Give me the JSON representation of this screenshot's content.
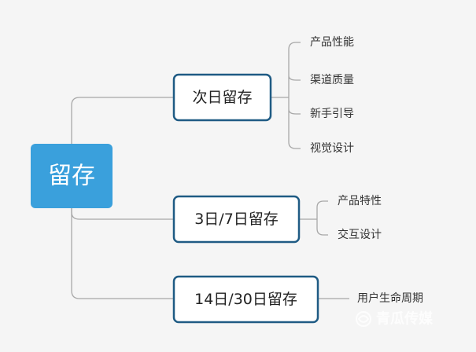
{
  "root": {
    "label": "留存"
  },
  "branches": [
    {
      "label": "次日留存",
      "children": [
        "产品性能",
        "渠道质量",
        "新手引导",
        "视觉设计"
      ]
    },
    {
      "label": "3日/7日留存",
      "children": [
        "产品特性",
        "交互设计"
      ]
    },
    {
      "label": "14日/30日留存",
      "children": [
        "用户生命周期"
      ]
    }
  ],
  "watermark": {
    "text": "青瓜传媒"
  },
  "colors": {
    "root_fill": "#3aa0dc",
    "branch_border": "#1f5b84",
    "connector": "#a8a8a8",
    "background": "#f5f5f5"
  }
}
